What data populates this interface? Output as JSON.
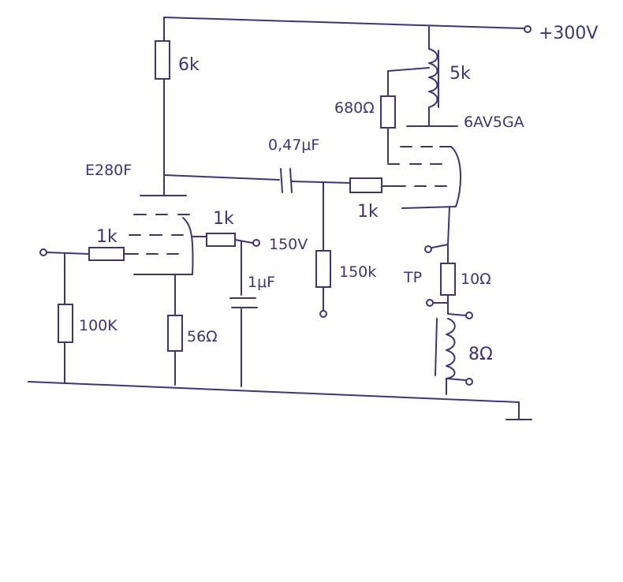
{
  "colors": {
    "ink": "#3c3480",
    "paper": "#ffffff"
  },
  "labels": {
    "supply": "+300V",
    "anode_resistor": "6k",
    "tube1": "E280F",
    "grid_resistor": "1k",
    "screen_resistor": "1k",
    "screen_voltage": "150V",
    "grid_leak": "100K",
    "cathode_resistor": "56Ω",
    "screen_cap": "1μF",
    "coupling_cap": "0,47μF",
    "grid_stopper": "1k",
    "grid_resistor2": "150k",
    "transformer": "5k",
    "screen_stopper": "680Ω",
    "tube2": "6AV5GA",
    "test_point": "TP",
    "sense_resistor": "10Ω",
    "load": "8Ω"
  }
}
